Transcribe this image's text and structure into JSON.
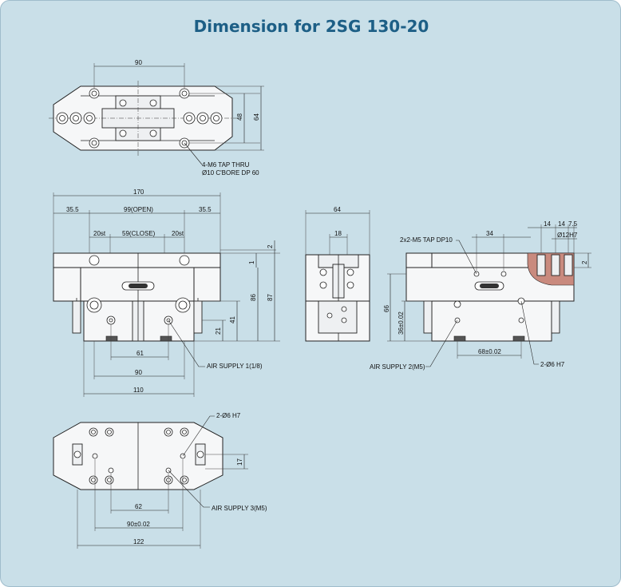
{
  "title": "Dimension for 2SG 130-20",
  "colors": {
    "panel": "#c9dfe8",
    "title": "#1d5f86",
    "line": "#222222",
    "section": "#c98a7e"
  },
  "top_view": {
    "dim_width": "90",
    "dim_48": "48",
    "dim_64": "64",
    "note_line1": "4-M6 TAP THRU",
    "note_line2": "Ø10 C'BORE DP 60"
  },
  "front_view": {
    "dim_170": "170",
    "dim_35_5_left": "35.5",
    "dim_open": "99(OPEN)",
    "dim_35_5_right": "35.5",
    "dim_20st_left": "20st",
    "dim_close": "59(CLOSE)",
    "dim_20st_right": "20st",
    "dim_2": "2",
    "dim_1": "1",
    "dim_86": "86",
    "dim_87": "87",
    "dim_41": "41",
    "dim_21": "21",
    "dim_61": "61",
    "dim_90": "90",
    "dim_110": "110",
    "air_supply_1": "AIR SUPPLY 1(1/8)"
  },
  "side_view": {
    "dim_64": "64",
    "dim_18": "18"
  },
  "right_view": {
    "tap_note": "2x2-M5 TAP DP10",
    "dim_34": "34",
    "dim_14a": "14",
    "dim_14b": "14",
    "dim_7_5": "7.5",
    "dim_12h7": "Ø12H7",
    "dim_2": "2",
    "dim_66": "66",
    "dim_36": "36±0.02",
    "dim_68": "68±0.02",
    "air_supply_2": "AIR SUPPLY 2(M5)",
    "pin_note": "2-Ø6 H7"
  },
  "bottom_view": {
    "pin_note": "2-Ø6 H7",
    "dim_17": "17",
    "dim_62": "62",
    "dim_90": "90±0.02",
    "dim_122": "122",
    "air_supply_3": "AIR SUPPLY 3(M5)"
  }
}
